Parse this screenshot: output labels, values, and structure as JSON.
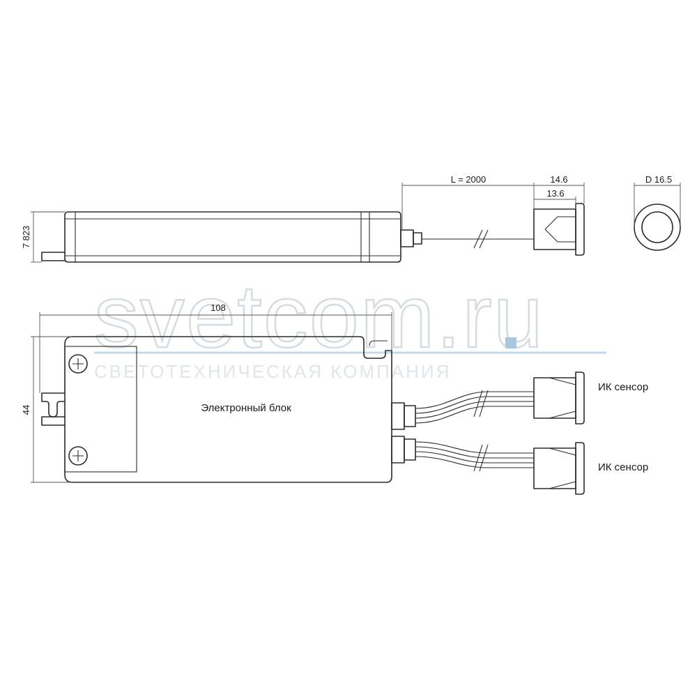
{
  "dimensions": {
    "side_height": "7 823",
    "cable_length": "L = 2000",
    "sensor_flange": "14.6",
    "sensor_body": "13.6",
    "sensor_diameter": "D 16.5",
    "box_length": "108",
    "box_width": "44"
  },
  "labels": {
    "electronic_unit": "Электронный блок",
    "sensor_1": "ИК сенсор",
    "sensor_2": "ИК сенсор"
  },
  "watermark": {
    "brand": "svetcom.ru",
    "tagline": "СВЕТОТЕХНИЧЕСКАЯ КОМПАНИЯ",
    "accent_color": "#a9c8e0"
  }
}
